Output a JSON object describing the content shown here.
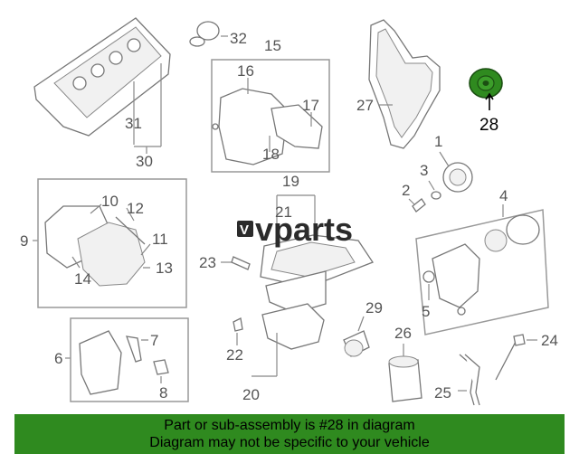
{
  "callouts": {
    "c2": "2",
    "c3": "3",
    "c4": "4",
    "c5": "5",
    "c6": "6",
    "c7": "7",
    "c8": "8",
    "c9": "9",
    "c10": "10",
    "c11": "11",
    "c12": "12",
    "c13": "13",
    "c14": "14",
    "c15": "15",
    "c16": "16",
    "c17": "17",
    "c18": "18",
    "c19": "19",
    "c20": "20",
    "c21": "21",
    "c22": "22",
    "c23": "23",
    "c24": "24",
    "c25": "25",
    "c26": "26",
    "c27": "27",
    "c28": "28",
    "c29": "29",
    "c30": "30",
    "c31": "31",
    "c32": "32",
    "c1": "1"
  },
  "highlighted_part": "28",
  "watermark": {
    "text": "vparts",
    "mark": "V"
  },
  "banner": {
    "line1": "Part or sub-assembly is #28 in diagram",
    "line2": "Diagram may not be specific to your vehicle"
  },
  "colors": {
    "banner_bg": "#2f8a1f",
    "highlight_part": "#2f8a1f"
  }
}
